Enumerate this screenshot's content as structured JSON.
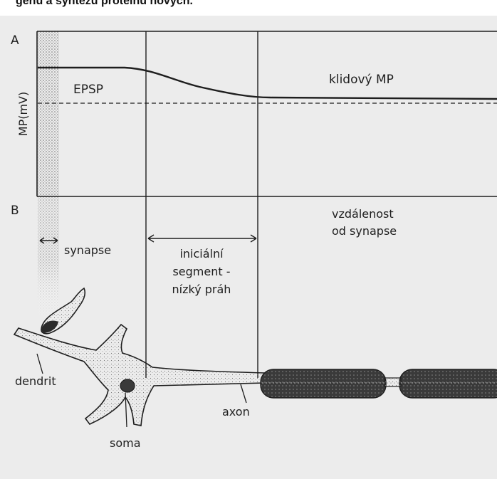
{
  "caption": "genů a syntézu proteinů nových.",
  "panel_a": {
    "letter": "A",
    "y_axis_label": "MP(mV)",
    "epsp_label": "EPSP",
    "resting_label": "klidový MP"
  },
  "panel_b": {
    "letter": "B",
    "distance_label": [
      "vzdálenost",
      "od synapse"
    ],
    "synapse_label": "synapse",
    "initial_segment_label": [
      "iniciální",
      "segment -",
      "nízký práh"
    ],
    "dendrite_label": "dendrit",
    "soma_label": "soma",
    "axon_label": "axon"
  },
  "colors": {
    "ink": "#1e1e1e",
    "paper": "#ececec"
  }
}
